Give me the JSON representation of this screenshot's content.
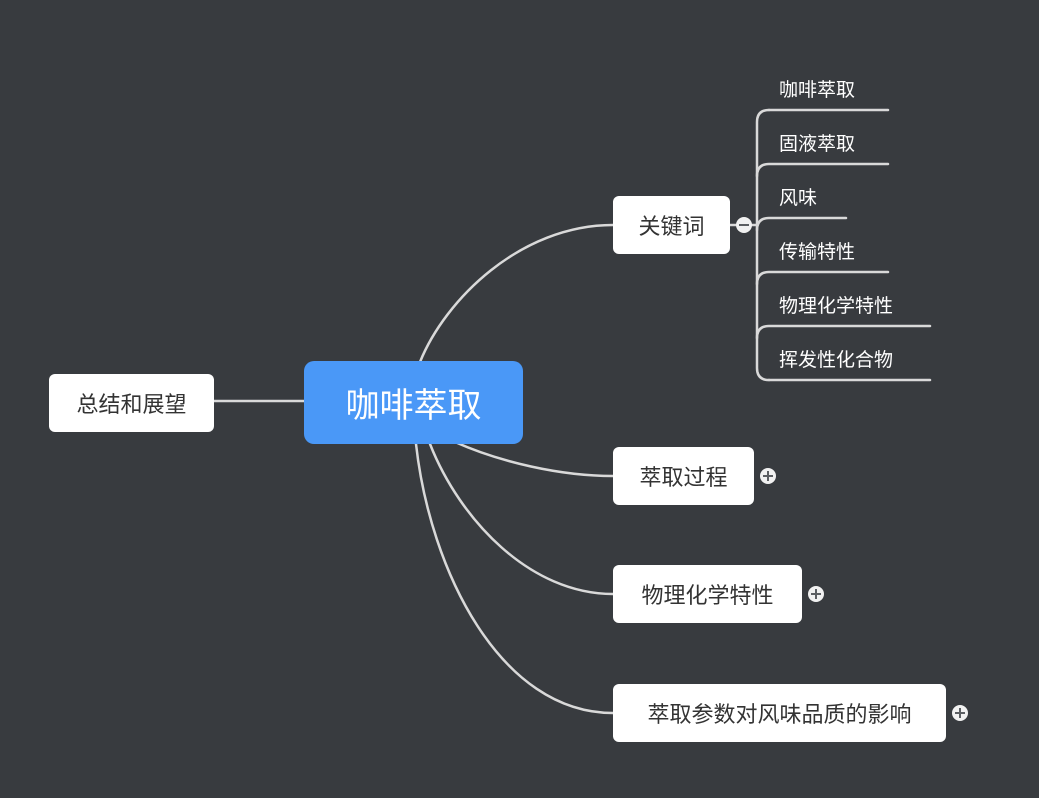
{
  "root": {
    "label": "咖啡萃取"
  },
  "left_topic": {
    "label": "总结和展望"
  },
  "topics": [
    {
      "label": "关键词",
      "expanded": true
    },
    {
      "label": "萃取过程",
      "expanded": false
    },
    {
      "label": "物理化学特性",
      "expanded": false
    },
    {
      "label": "萃取参数对风味品质的影响",
      "expanded": false
    }
  ],
  "keywords": [
    "咖啡萃取",
    "固液萃取",
    "风味",
    "传输特性",
    "物理化学特性",
    "挥发性化合物"
  ],
  "colors": {
    "background": "#383b3f",
    "root_fill": "#4a98f7",
    "node_fill": "#ffffff",
    "connector": "#d9d9d9"
  }
}
